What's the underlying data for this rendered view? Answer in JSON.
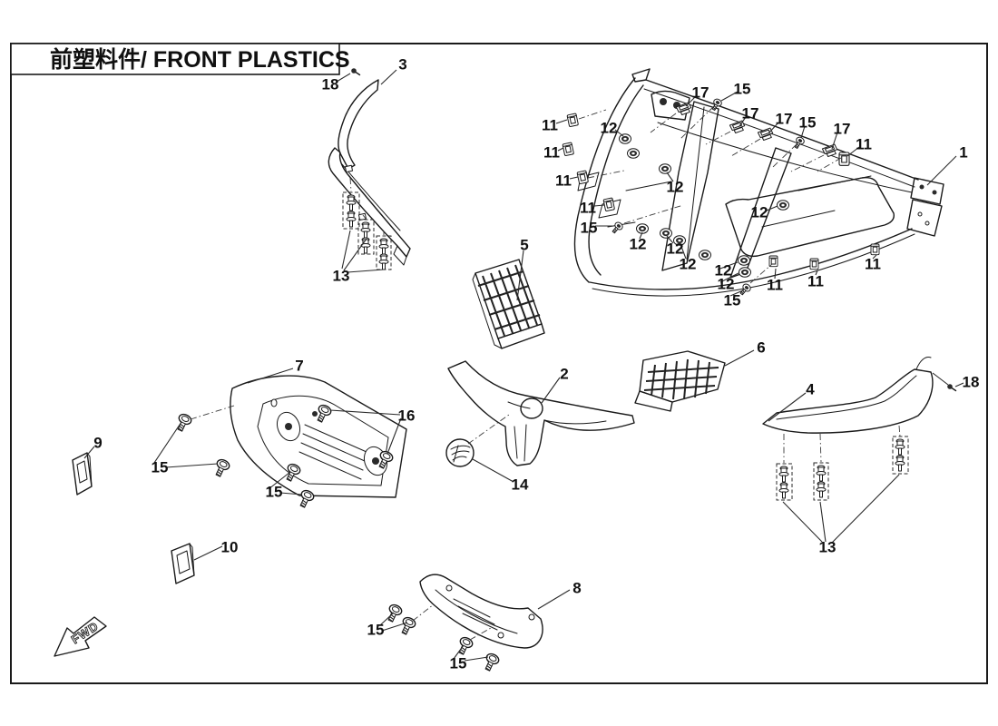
{
  "page": {
    "title": "前塑料件/ FRONT PLASTICS",
    "background_color": "#ffffff",
    "ink_color": "#1a1a1a"
  },
  "diagram": {
    "fwd_label": "FWD",
    "icons": {
      "11": "retainer-clip-icon",
      "12": "rubber-grommet-icon",
      "13": "push-rivet-icon",
      "14": "round-emblem-icon",
      "15": "hex-screw-icon",
      "17": "flat-clip-icon",
      "18": "small-screw-icon"
    }
  },
  "callouts": [
    {
      "label": "3"
    },
    {
      "label": "18"
    },
    {
      "label": "13"
    },
    {
      "label": "11"
    },
    {
      "label": "12"
    },
    {
      "label": "11"
    },
    {
      "label": "11"
    },
    {
      "label": "11"
    },
    {
      "label": "15"
    },
    {
      "label": "17"
    },
    {
      "label": "15"
    },
    {
      "label": "17"
    },
    {
      "label": "17"
    },
    {
      "label": "15"
    },
    {
      "label": "17"
    },
    {
      "label": "11"
    },
    {
      "label": "1"
    },
    {
      "label": "12"
    },
    {
      "label": "12"
    },
    {
      "label": "12"
    },
    {
      "label": "12"
    },
    {
      "label": "12"
    },
    {
      "label": "12"
    },
    {
      "label": "12"
    },
    {
      "label": "15"
    },
    {
      "label": "11"
    },
    {
      "label": "11"
    },
    {
      "label": "11"
    },
    {
      "label": "5"
    },
    {
      "label": "6"
    },
    {
      "label": "7"
    },
    {
      "label": "2"
    },
    {
      "label": "16"
    },
    {
      "label": "9"
    },
    {
      "label": "15"
    },
    {
      "label": "14"
    },
    {
      "label": "15"
    },
    {
      "label": "4"
    },
    {
      "label": "18"
    },
    {
      "label": "13"
    },
    {
      "label": "10"
    },
    {
      "label": "8"
    },
    {
      "label": "15"
    },
    {
      "label": "15"
    }
  ]
}
